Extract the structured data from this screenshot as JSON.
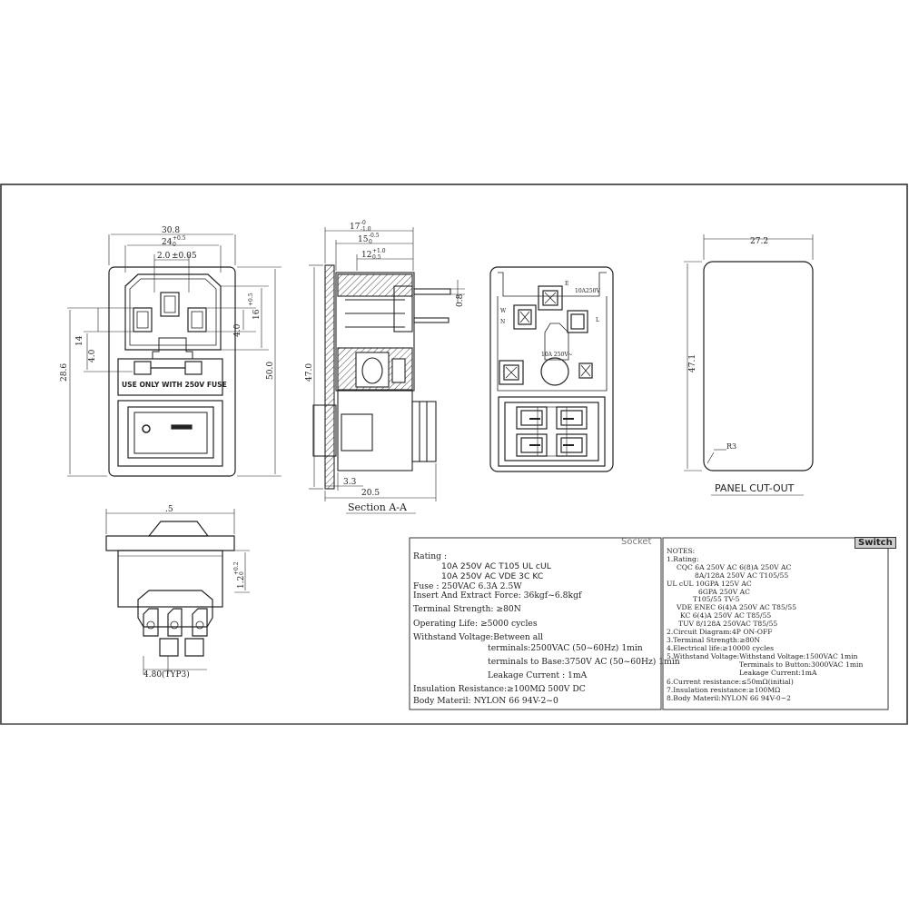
{
  "front_view": {
    "dims": {
      "width_overall": "30.8",
      "width_inner": "24",
      "width_inner_tol": "+0.5",
      "width_inner_tol2": "0",
      "pin_pitch": "2.0",
      "pin_pitch_tol": "±0.05",
      "h_28_6": "28.6",
      "h_14": "14",
      "h_4_0": "4.0",
      "h_4_0_right": "4.0",
      "h_16": "16",
      "h_16_tol": "+0.5",
      "h_50_0": "50.0"
    },
    "fuse_text": "USE ONLY WITH 250V FUSE"
  },
  "section_view": {
    "dims": {
      "d17": "17",
      "d17_tol": "-0",
      "d17_tol2": "-1.0",
      "d15": "15",
      "d15_tol": "-0.5",
      "d15_tol2": "0",
      "d12": "12",
      "d12_tol": "+1.0",
      "d12_tol2": "0.5",
      "d0_8": "0.8",
      "d47": "47.0",
      "d3_3": "3.3",
      "d20_5": "20.5"
    },
    "title": "Section A-A"
  },
  "back_view": {
    "labels": {
      "n": "N",
      "l": "L",
      "w": "W",
      "e": "E",
      "rating": "10A",
      "volt": "250V",
      "rating2": "10A 250V~"
    }
  },
  "panel_cutout": {
    "width": "27.2",
    "height": "47.1",
    "radius": "R3",
    "title": "PANEL CUT-OUT"
  },
  "bottom_view": {
    "width": ".5",
    "pin_gap": "4.80(TYP3)",
    "side": "1.2",
    "side_tol": "+0.2",
    "side_tol2": "0"
  },
  "socket_box": {
    "tag": "Socket",
    "lines": [
      "Rating :",
      "10A 250V AC   T105   UL   cUL",
      "10A 250V AC   VDE   3C   KC",
      "Fuse :  250VAC  6.3A   2.5W",
      "Insert And Extract Force: 36kgf~6.8kgf",
      "Terminal  Strength:            ≥80N",
      "Operating Life:           ≥5000  cycles",
      "Withstand Voltage:Between all",
      "terminals:2500VAC (50~60Hz) 1min",
      "terminals to Base:3750V AC (50~60Hz) 1min",
      "Leakage Current :    1mA",
      "Insulation Resistance:≥100MΩ    500V DC",
      "Body Materil:              NYLON 66   94V-2~0"
    ]
  },
  "switch_box": {
    "tag": "Switch",
    "lines": [
      "NOTES:",
      "1.Rating:",
      "CQC   6A 250V AC   6(8)A 250V AC",
      "8A/128A 250V AC    T105/55",
      "UL cUL   10GPA 125V AC",
      "6GPA 250V AC",
      "T105/55              TV-5",
      "VDE   ENEC 6(4)A 250V AC T85/55",
      "KC   6(4)A 250V AC T85/55",
      "TUV   8/128A 250VAC   T85/55",
      "2.Circuit Diagram:4P  ON-OFF",
      "3.Terminal Strength:≥80N",
      "4.Electrical life:≥10000 cycles",
      "5.Withstand Voltage:Withstand Voltage:1500VAC 1min",
      "Terminals to Button:3000VAC 1min",
      "Leakage Current:1mA",
      "6.Current resistance:≤50mΩ(initial)",
      "7.Insulation resistance:≥100MΩ",
      "8.Body Materil:NYLON 66 94V-0~2"
    ]
  }
}
